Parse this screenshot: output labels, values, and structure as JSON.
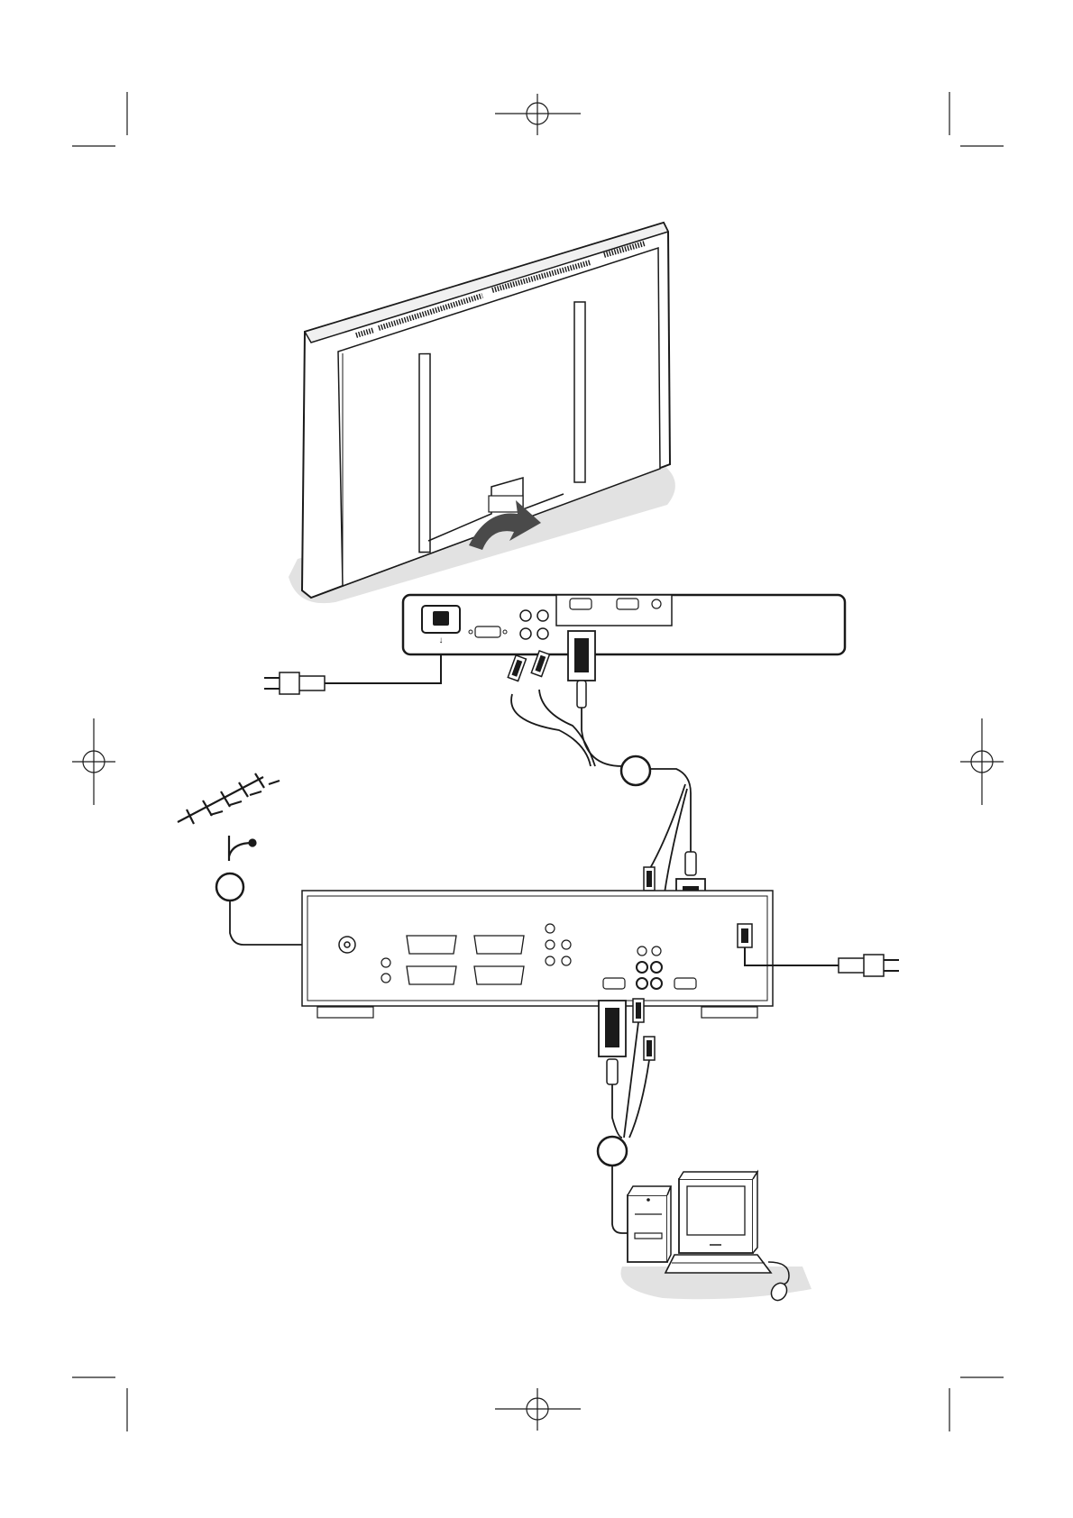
{
  "diagram": {
    "type": "connection-diagram",
    "labels": [],
    "colors": {
      "line": "#1a1a1a",
      "panel_fill": "#ffffff",
      "shadow": "#e2e2e2",
      "arrow": "#4a4a4a",
      "body_gray": "#d6d6d6"
    },
    "components": [
      "monitor-rear",
      "monitor-connector-panel",
      "mains-plug-monitor",
      "vga-cable-with-audio",
      "antenna",
      "receiver-box",
      "mains-plug-receiver",
      "computer-tower",
      "computer-monitor",
      "keyboard",
      "mouse"
    ],
    "icons": [
      "registration-mark-icon",
      "curved-arrow-icon",
      "plug-icon",
      "scart-icon",
      "vga-icon",
      "rca-icon"
    ]
  }
}
